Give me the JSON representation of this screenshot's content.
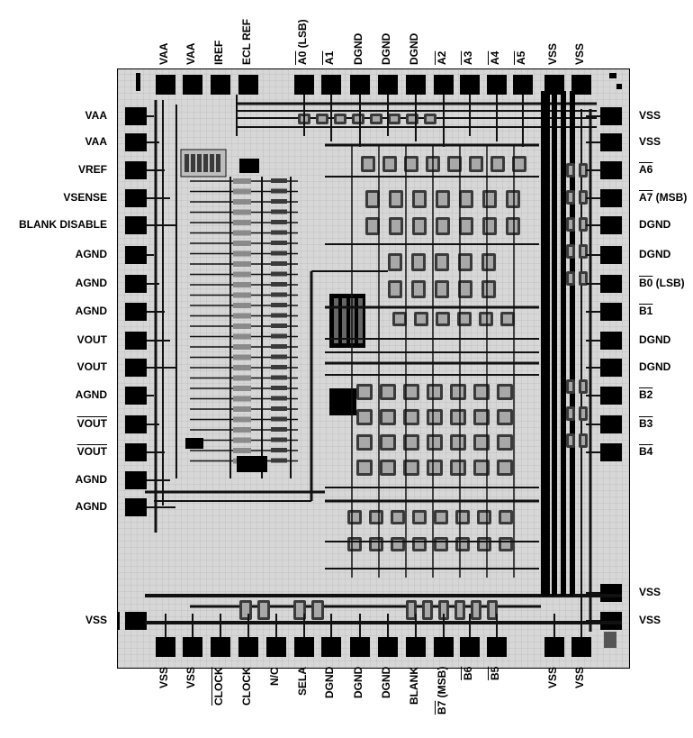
{
  "pins": {
    "top": [
      {
        "label": "VAA",
        "overline": false,
        "extra": ""
      },
      {
        "label": "VAA",
        "overline": false,
        "extra": ""
      },
      {
        "label": "IREF",
        "overline": false,
        "extra": ""
      },
      {
        "label": "ECL REF",
        "overline": false,
        "extra": ""
      },
      {
        "label": "A0",
        "overline": true,
        "extra": " (LSB)"
      },
      {
        "label": "A1",
        "overline": true,
        "extra": ""
      },
      {
        "label": "DGND",
        "overline": false,
        "extra": ""
      },
      {
        "label": "DGND",
        "overline": false,
        "extra": ""
      },
      {
        "label": "DGND",
        "overline": false,
        "extra": ""
      },
      {
        "label": "A2",
        "overline": true,
        "extra": ""
      },
      {
        "label": "A3",
        "overline": true,
        "extra": ""
      },
      {
        "label": "A4",
        "overline": true,
        "extra": ""
      },
      {
        "label": "A5",
        "overline": true,
        "extra": ""
      },
      {
        "label": "VSS",
        "overline": false,
        "extra": ""
      },
      {
        "label": "VSS",
        "overline": false,
        "extra": ""
      }
    ],
    "left": [
      {
        "label": "VAA",
        "overline": false,
        "extra": ""
      },
      {
        "label": "VAA",
        "overline": false,
        "extra": ""
      },
      {
        "label": "VREF",
        "overline": false,
        "extra": ""
      },
      {
        "label": "VSENSE",
        "overline": false,
        "extra": ""
      },
      {
        "label": "BLANK DISABLE",
        "overline": false,
        "extra": ""
      },
      {
        "label": "AGND",
        "overline": false,
        "extra": ""
      },
      {
        "label": "AGND",
        "overline": false,
        "extra": ""
      },
      {
        "label": "AGND",
        "overline": false,
        "extra": ""
      },
      {
        "label": "VOUT",
        "overline": false,
        "extra": ""
      },
      {
        "label": "VOUT",
        "overline": false,
        "extra": ""
      },
      {
        "label": "AGND",
        "overline": false,
        "extra": ""
      },
      {
        "label": "VOUT",
        "overline": true,
        "extra": ""
      },
      {
        "label": "VOUT",
        "overline": true,
        "extra": ""
      },
      {
        "label": "AGND",
        "overline": false,
        "extra": ""
      },
      {
        "label": "AGND",
        "overline": false,
        "extra": ""
      },
      {
        "label": "VSS",
        "overline": false,
        "extra": ""
      }
    ],
    "right": [
      {
        "label": "VSS",
        "overline": false,
        "extra": ""
      },
      {
        "label": "VSS",
        "overline": false,
        "extra": ""
      },
      {
        "label": "A6",
        "overline": true,
        "extra": ""
      },
      {
        "label": "A7",
        "overline": true,
        "extra": " (MSB)"
      },
      {
        "label": "DGND",
        "overline": false,
        "extra": ""
      },
      {
        "label": "DGND",
        "overline": false,
        "extra": ""
      },
      {
        "label": "B0",
        "overline": true,
        "extra": " (LSB)"
      },
      {
        "label": "B1",
        "overline": true,
        "extra": ""
      },
      {
        "label": "DGND",
        "overline": false,
        "extra": ""
      },
      {
        "label": "DGND",
        "overline": false,
        "extra": ""
      },
      {
        "label": "B2",
        "overline": true,
        "extra": ""
      },
      {
        "label": "B3",
        "overline": true,
        "extra": ""
      },
      {
        "label": "B4",
        "overline": true,
        "extra": ""
      },
      {
        "label": "VSS",
        "overline": false,
        "extra": ""
      },
      {
        "label": "VSS",
        "overline": false,
        "extra": ""
      }
    ],
    "bottom": [
      {
        "label": "VSS",
        "overline": false,
        "extra": ""
      },
      {
        "label": "VSS",
        "overline": false,
        "extra": ""
      },
      {
        "label": "CLOCK",
        "overline": true,
        "extra": ""
      },
      {
        "label": "CLOCK",
        "overline": false,
        "extra": ""
      },
      {
        "label": "N/C",
        "overline": false,
        "extra": ""
      },
      {
        "label": "SELA",
        "overline": false,
        "extra": ""
      },
      {
        "label": "DGND",
        "overline": false,
        "extra": ""
      },
      {
        "label": "DGND",
        "overline": false,
        "extra": ""
      },
      {
        "label": "DGND",
        "overline": false,
        "extra": ""
      },
      {
        "label": "BLANK",
        "overline": false,
        "extra": ""
      },
      {
        "label": "B7",
        "overline": true,
        "extra": " (MSB)"
      },
      {
        "label": "B6",
        "overline": true,
        "extra": ""
      },
      {
        "label": "B5",
        "overline": true,
        "extra": ""
      },
      {
        "label": "VSS",
        "overline": false,
        "extra": ""
      },
      {
        "label": "VSS",
        "overline": false,
        "extra": ""
      }
    ]
  },
  "colors": {
    "die": "#d7d7d7",
    "pad": "#000000",
    "trace": "#111111",
    "cell": "#3a3a3a"
  }
}
